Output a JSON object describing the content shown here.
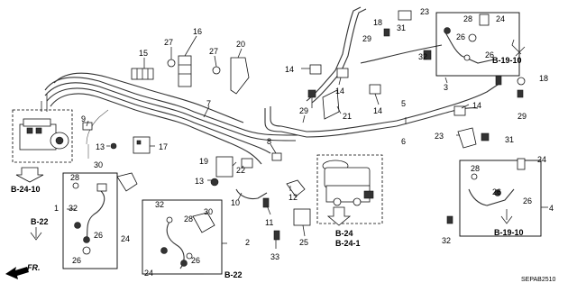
{
  "callouts": {
    "n1": "1",
    "n2": "2",
    "n3": "3",
    "n4": "4",
    "n5": "5",
    "n6": "6",
    "n7": "7",
    "n8": "8",
    "n9": "9",
    "n10": "10",
    "n11": "11",
    "n12": "12",
    "n13a": "13",
    "n13b": "13",
    "n14a": "14",
    "n14b": "14",
    "n14c": "14",
    "n14d": "14",
    "n15": "15",
    "n16": "16",
    "n17": "17",
    "n18a": "18",
    "n18b": "18",
    "n19": "19",
    "n20": "20",
    "n21": "21",
    "n22": "22",
    "n23a": "23",
    "n23b": "23",
    "n24a": "24",
    "n24b": "24",
    "n24c": "24",
    "n24d": "24",
    "n25": "25",
    "n26a": "26",
    "n26b": "26",
    "n26c": "26",
    "n26d": "26",
    "n26e": "26",
    "n26f": "26",
    "n26g": "26",
    "n27a": "27",
    "n27b": "27",
    "n28a": "28",
    "n28b": "28",
    "n28c": "28",
    "n28d": "28",
    "n29a": "29",
    "n29b": "29",
    "n29c": "29",
    "n30a": "30",
    "n30b": "30",
    "n31a": "31",
    "n31b": "31",
    "n32a": "32",
    "n32b": "32",
    "n32c": "32",
    "n32d": "32",
    "n33": "33"
  },
  "references": {
    "b24_10": "B-24-10",
    "b22_left": "B-22",
    "b22_bottom": "B-22",
    "b24": "B-24",
    "b24_1": "B-24-1",
    "b19_10_top": "B-19-10",
    "b19_10_bottom": "B-19-10"
  },
  "front_label": "FR.",
  "diagram_code": "SEPAB2510"
}
